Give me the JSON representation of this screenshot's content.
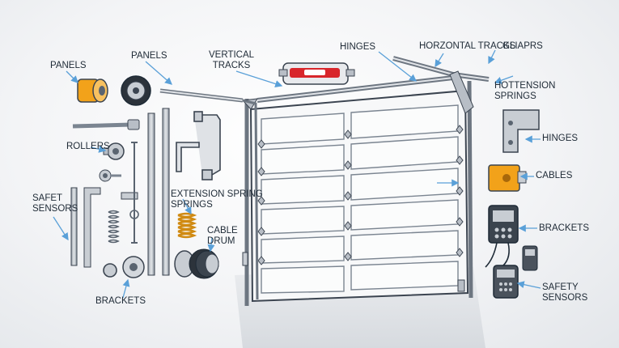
{
  "labels": {
    "panels_left": "PANELS",
    "panels_mid": "PANELS",
    "vertical_tracks": [
      "VERTICAL",
      "TRACKS"
    ],
    "hinges_top": "HINGES",
    "horizontal_tracks": "HORZONTAL TRACKS",
    "gliaprs": "GLIAPRS",
    "hottension_springs": [
      "HOTTENSION",
      "SPRINGS"
    ],
    "rollers": "ROLLERS",
    "safet_sensors": [
      "SAFET",
      "SENSORS"
    ],
    "extension_spring": [
      "EXTENSION SPRING",
      "SPRINGS"
    ],
    "cable_drum": [
      "CABLE",
      "DRUM"
    ],
    "brackets_bottom": "BRACKETS",
    "hinges_right": "HINGES",
    "cables": "CABLES",
    "brackets_right": "BRACKETS",
    "safety_sensors": [
      "SAFETY",
      "SENSORS"
    ]
  },
  "colors": {
    "leader": "#5aa0d8",
    "accent_orange": "#f2a21a",
    "opener_red": "#d8262b",
    "steel": "#b8bec6",
    "outline": "#3b4450",
    "door_panel": "#f7f8f9"
  },
  "icons": [
    "roller-icon",
    "spring-icon",
    "bracket-icon",
    "opener-icon",
    "sensor-icon",
    "cable-drum-icon"
  ]
}
